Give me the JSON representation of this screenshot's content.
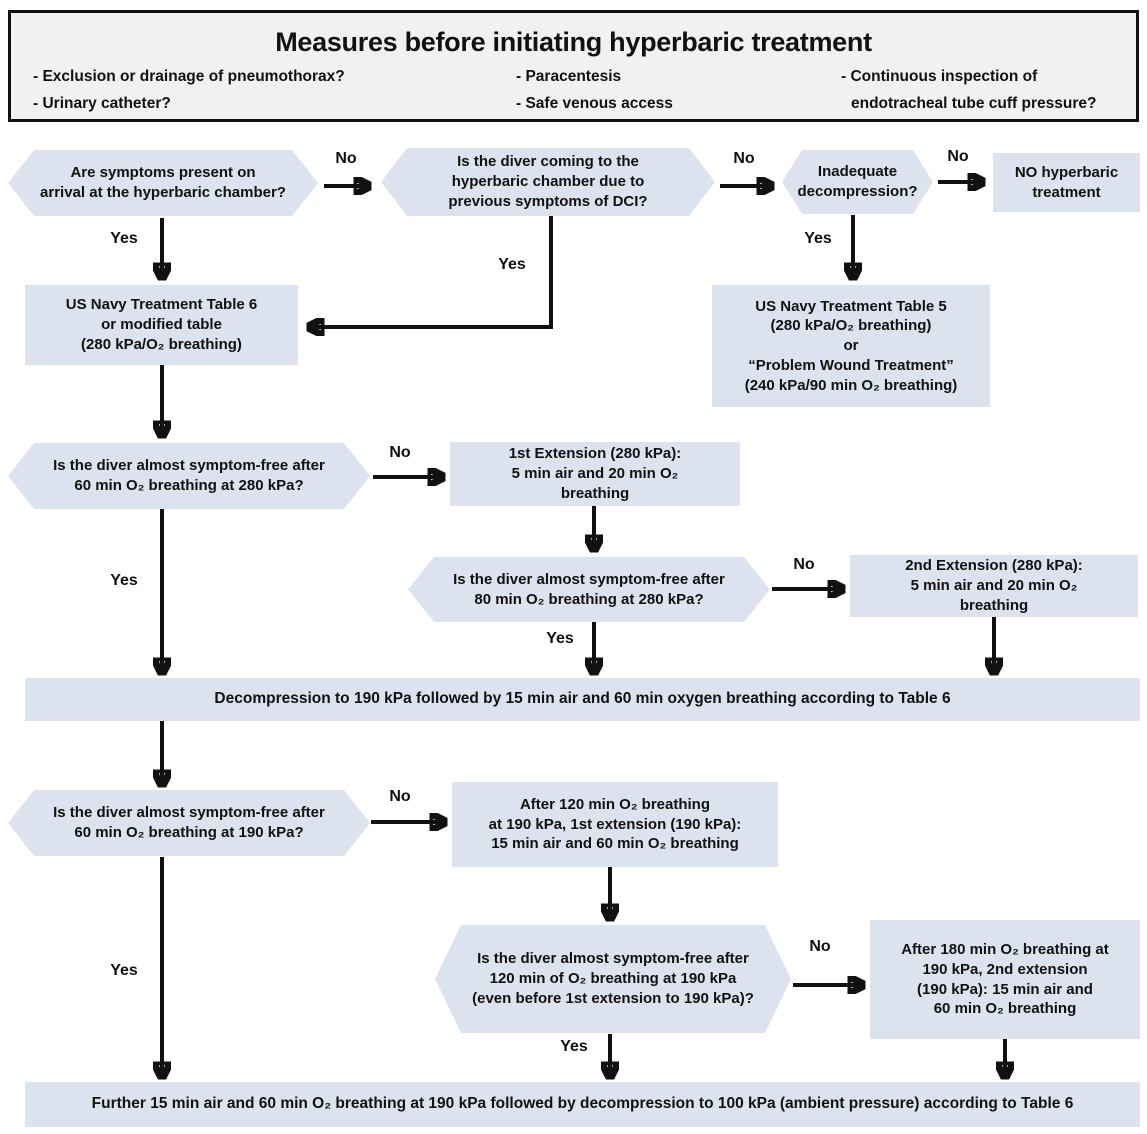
{
  "header": {
    "title": "Measures before initiating hyperbaric treatment",
    "col1": [
      "- Exclusion or drainage of pneumothorax?",
      "- Urinary catheter?"
    ],
    "col2": [
      "- Paracentesis",
      "- Safe venous access"
    ],
    "col3": [
      "- Continuous inspection of",
      "endotracheal tube cuff pressure?"
    ]
  },
  "labels": {
    "yes": "Yes",
    "no": "No"
  },
  "nodes": {
    "hex_symptoms_on_arrival": "Are symptoms present on\narrival at the hyperbaric chamber?",
    "hex_diver_coming_dci": "Is the diver coming to the\nhyperbaric chamber due to\nprevious symptoms of DCI?",
    "hex_inadequate_decompression": "Inadequate\ndecompression?",
    "box_no_hyperbaric_treatment": "NO hyperbaric\ntreatment",
    "box_usn_table6": "US Navy Treatment Table 6\nor modified table\n(280 kPa/O₂ breathing)",
    "box_usn_table5": "US Navy Treatment Table 5\n(280 kPa/O₂ breathing)\nor\n“Problem Wound Treatment”\n(240 kPa/90 min O₂ breathing)",
    "hex_symptom_free_60min_280": "Is the diver almost symptom-free after\n60 min O₂ breathing at 280 kPa?",
    "box_ext1_280": "1st Extension (280 kPa):\n5 min air and 20 min O₂\nbreathing",
    "hex_symptom_free_80min_280": "Is the diver almost symptom-free after\n80 min O₂ breathing at 280 kPa?",
    "box_ext2_280": "2nd Extension (280 kPa):\n5 min air and 20 min O₂\nbreathing",
    "band_decompression_190": "Decompression to 190 kPa followed by 15 min air and 60 min oxygen breathing according to Table 6",
    "hex_symptom_free_60min_190": "Is the diver almost symptom-free after\n60 min O₂ breathing at 190 kPa?",
    "box_ext1_190": "After 120 min O₂ breathing\nat 190 kPa, 1st extension (190 kPa):\n15 min air and 60 min O₂ breathing",
    "hex_symptom_free_120min_190": "Is the diver almost symptom-free after\n120 min of O₂ breathing at 190 kPa\n(even before 1st extension to 190 kPa)?",
    "box_ext2_190": "After 180 min O₂ breathing at\n190 kPa, 2nd extension\n(190 kPa): 15 min air and\n60 min O₂ breathing",
    "band_final_decompression": "Further 15 min air and 60 min O₂ breathing at 190 kPa followed by decompression to 100 kPa (ambient pressure) according to Table 6"
  },
  "colors": {
    "node_fill": "#dce3ee",
    "arrow": "#111111",
    "header_fill": "#f1f1f1"
  }
}
